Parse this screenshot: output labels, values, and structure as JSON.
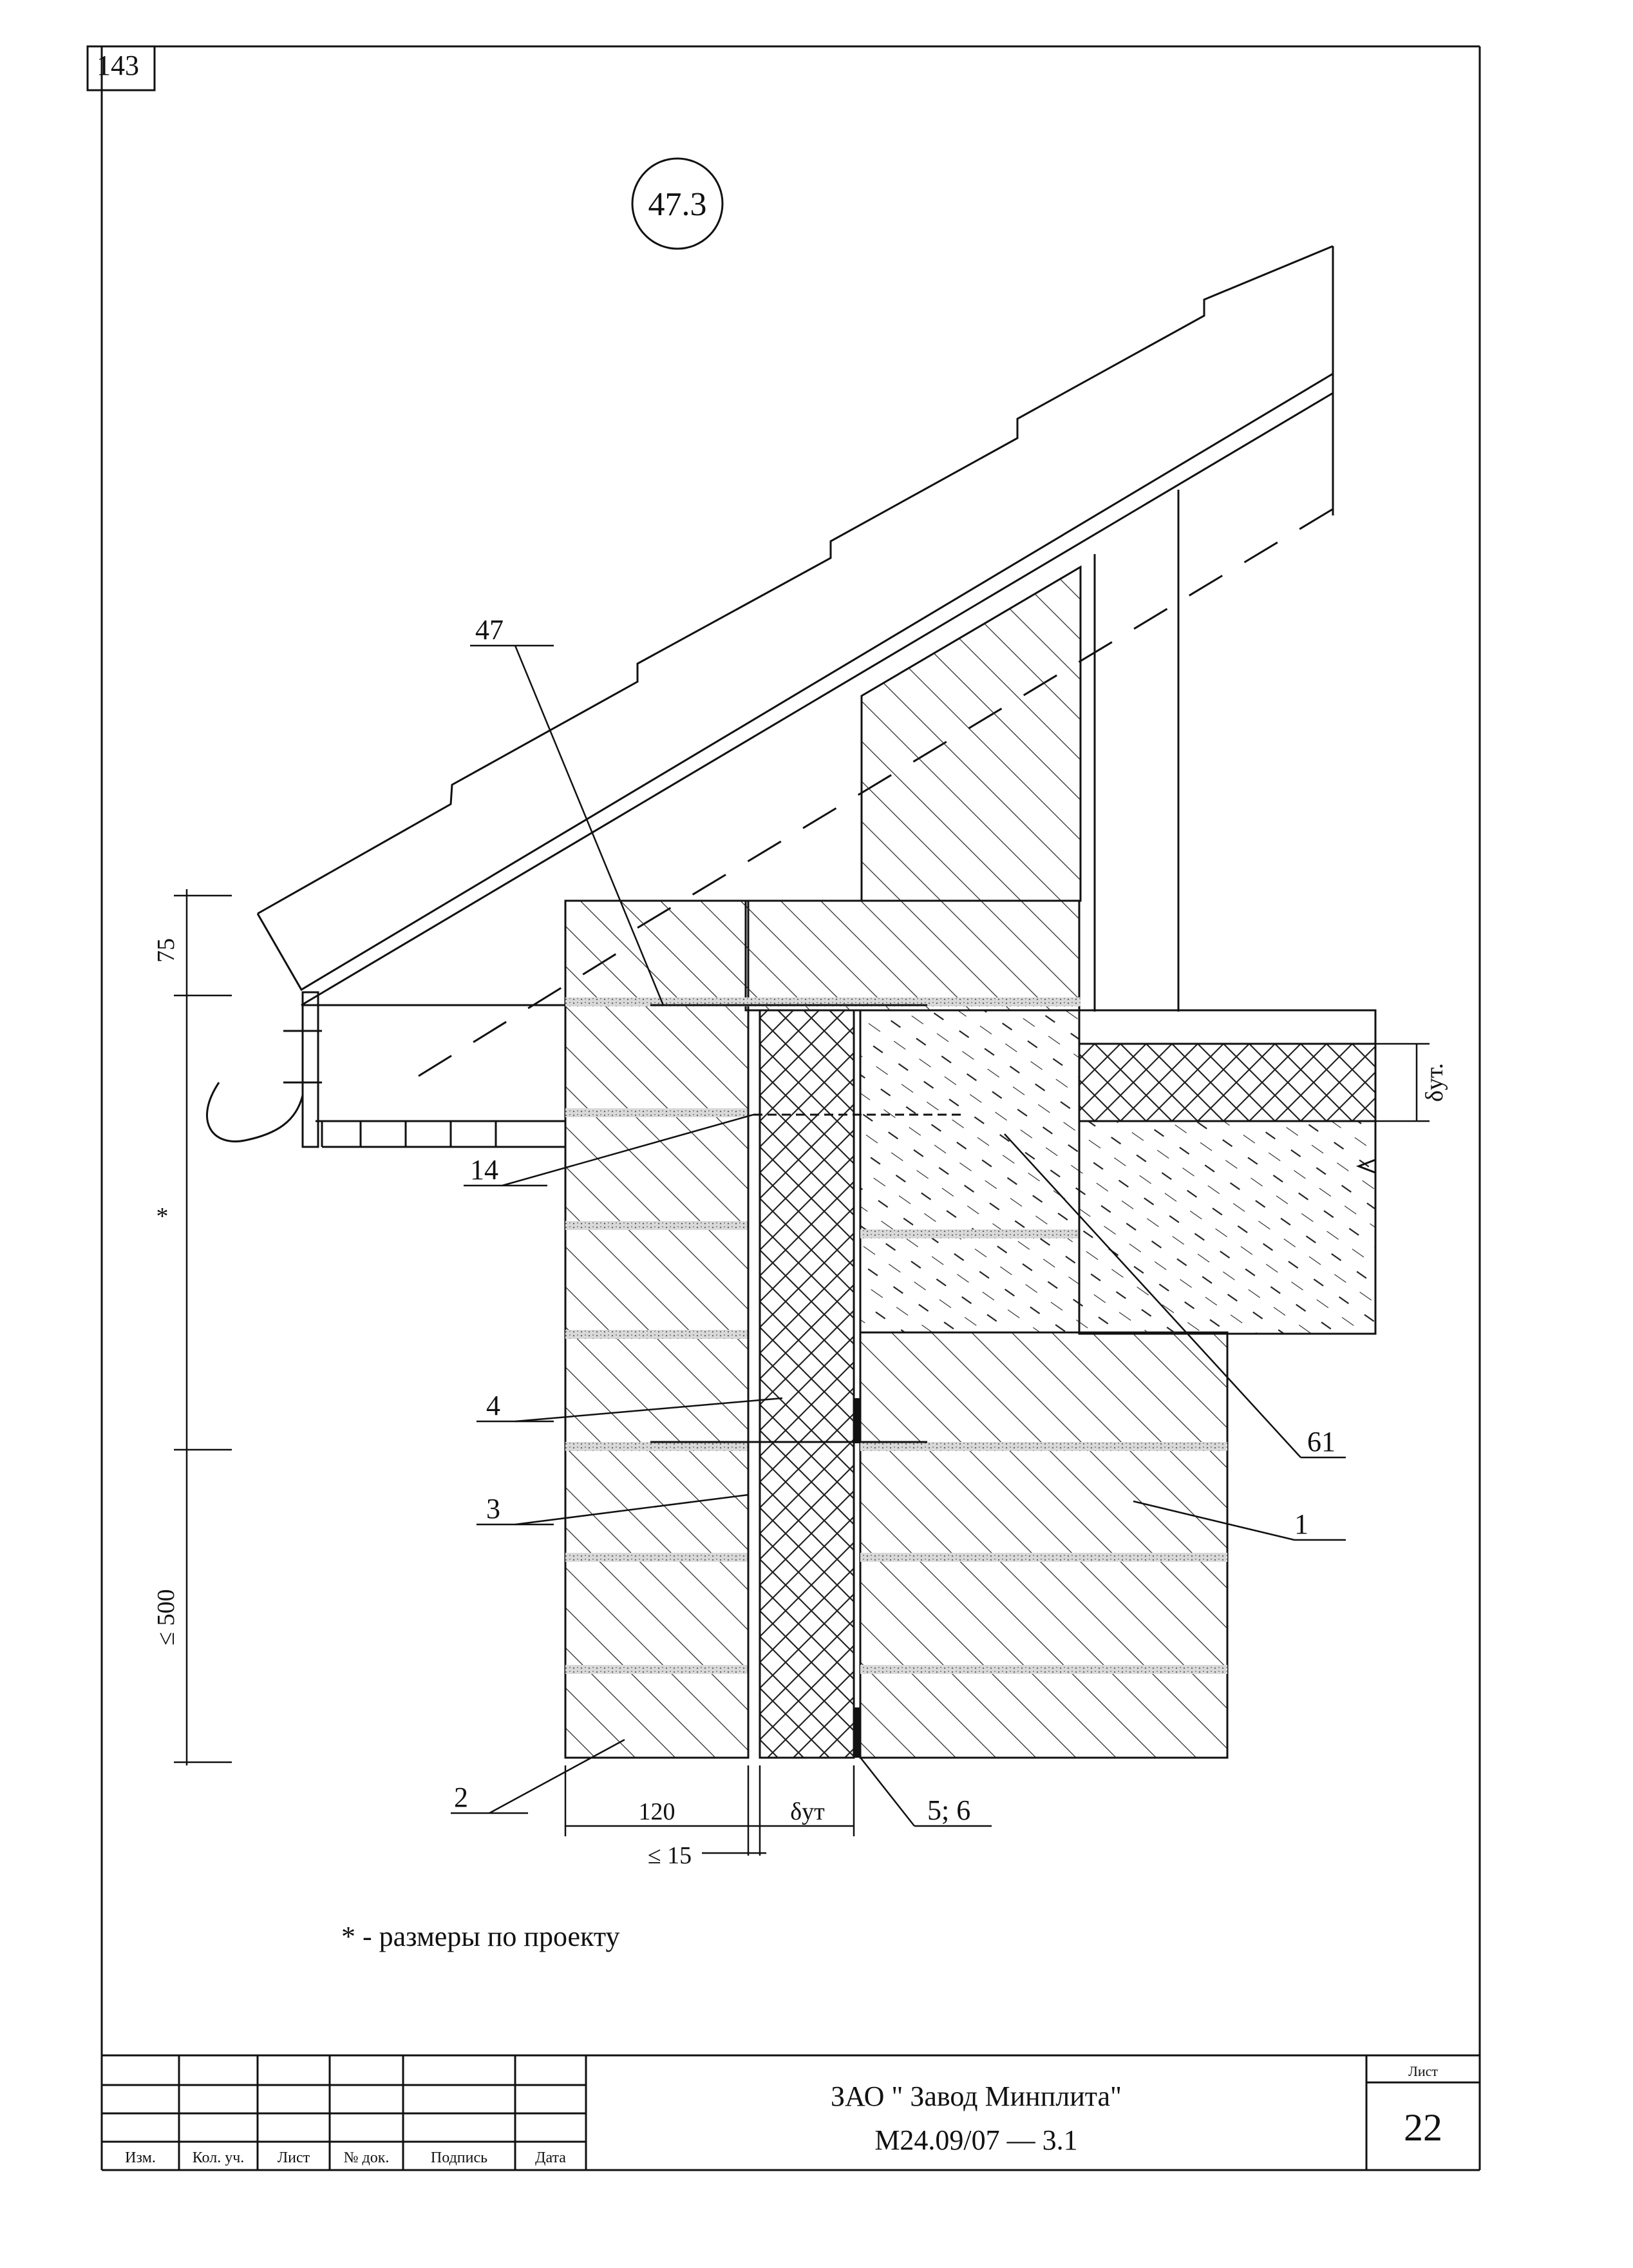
{
  "page_number": "143",
  "detail_marker": "47.3",
  "callouts": {
    "c47": "47",
    "c14": "14",
    "c4": "4",
    "c3": "3",
    "c2": "2",
    "c1": "1",
    "c61": "61",
    "c56": "5; 6"
  },
  "dimensions": {
    "d75": "75",
    "dstar": "*",
    "d500": "≤ 500",
    "d120": "120",
    "d15": "≤ 15",
    "dut_bottom": "δут",
    "dut_right": "δут."
  },
  "note": "* - размеры по проекту",
  "title_block": {
    "col_labels": [
      "Изм.",
      "Кол. уч.",
      "Лист",
      "№ док.",
      "Подпись",
      "Дата"
    ],
    "company": "ЗАО \" Завод Минплита\"",
    "code": "М24.09/07  —  3.1",
    "sheet_label": "Лист",
    "sheet_number": "22"
  }
}
